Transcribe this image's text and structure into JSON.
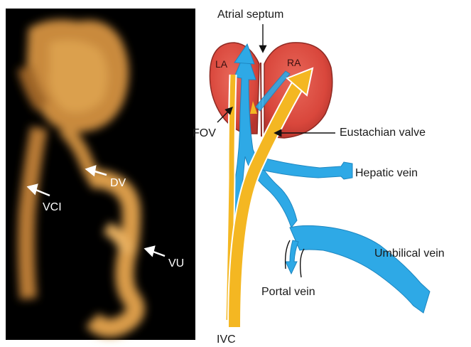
{
  "ultrasound": {
    "labels": {
      "dv": "DV",
      "vci": "VCI",
      "vu": "VU"
    }
  },
  "diagram": {
    "labels": {
      "atrial_septum": "Atrial septum",
      "la": "LA",
      "ra": "RA",
      "fov": "FOV",
      "eustachian_valve": "Eustachian valve",
      "hepatic_vein": "Hepatic vein",
      "umbilical_vein": "Umbilical vein",
      "portal_vein": "Portal vein",
      "ivc": "IVC"
    },
    "colors": {
      "heart": "#e0574a",
      "heart_dark": "#a8302a",
      "vein_blue": "#2ea9e6",
      "stream_yellow": "#f4b722",
      "stream_yellow_edge": "#ffffff"
    }
  }
}
